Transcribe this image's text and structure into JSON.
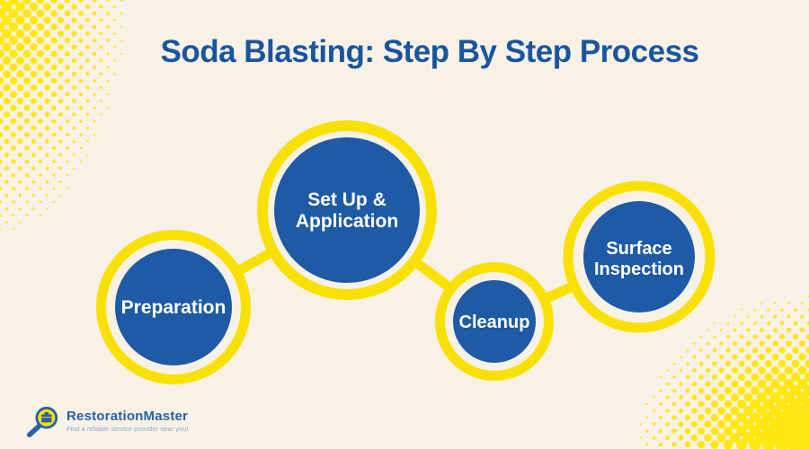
{
  "header": {
    "title": "Soda Blasting: Step By Step Process"
  },
  "diagram": {
    "steps": [
      {
        "label_line1": "Preparation",
        "label_line2": ""
      },
      {
        "label_line1": "Set Up &",
        "label_line2": "Application"
      },
      {
        "label_line1": "Cleanup",
        "label_line2": ""
      },
      {
        "label_line1": "Surface",
        "label_line2": "Inspection"
      }
    ]
  },
  "logo": {
    "name": "RestorationMaster",
    "tagline": "Find a reliable service provider near you!"
  },
  "colors": {
    "background": "#F7F2E5",
    "title_blue": "#1A55A0",
    "circle_blue": "#1E5AA5",
    "ring_yellow": "#F8E100",
    "dot_yellow": "#FFE70F",
    "label_white": "#FFFFFF",
    "logo_text_blue": "#2A61A8",
    "logo_tagline_blue": "#8FA9C9"
  }
}
